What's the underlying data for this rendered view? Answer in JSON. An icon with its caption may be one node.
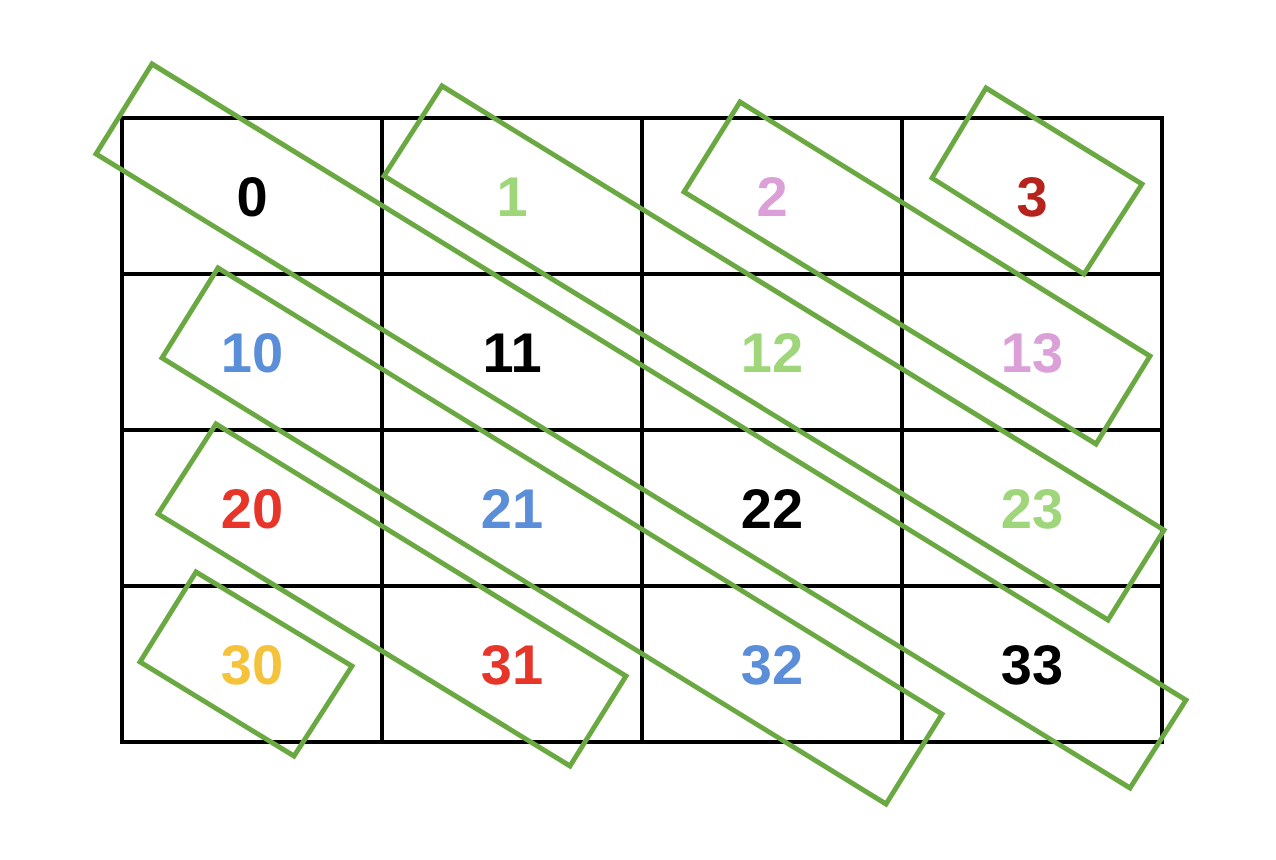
{
  "diagram": {
    "labels": [
      "0",
      "1",
      "2",
      "3",
      "10",
      "11",
      "12",
      "13",
      "20",
      "21",
      "22",
      "23",
      "30",
      "31",
      "32",
      "33"
    ]
  }
}
